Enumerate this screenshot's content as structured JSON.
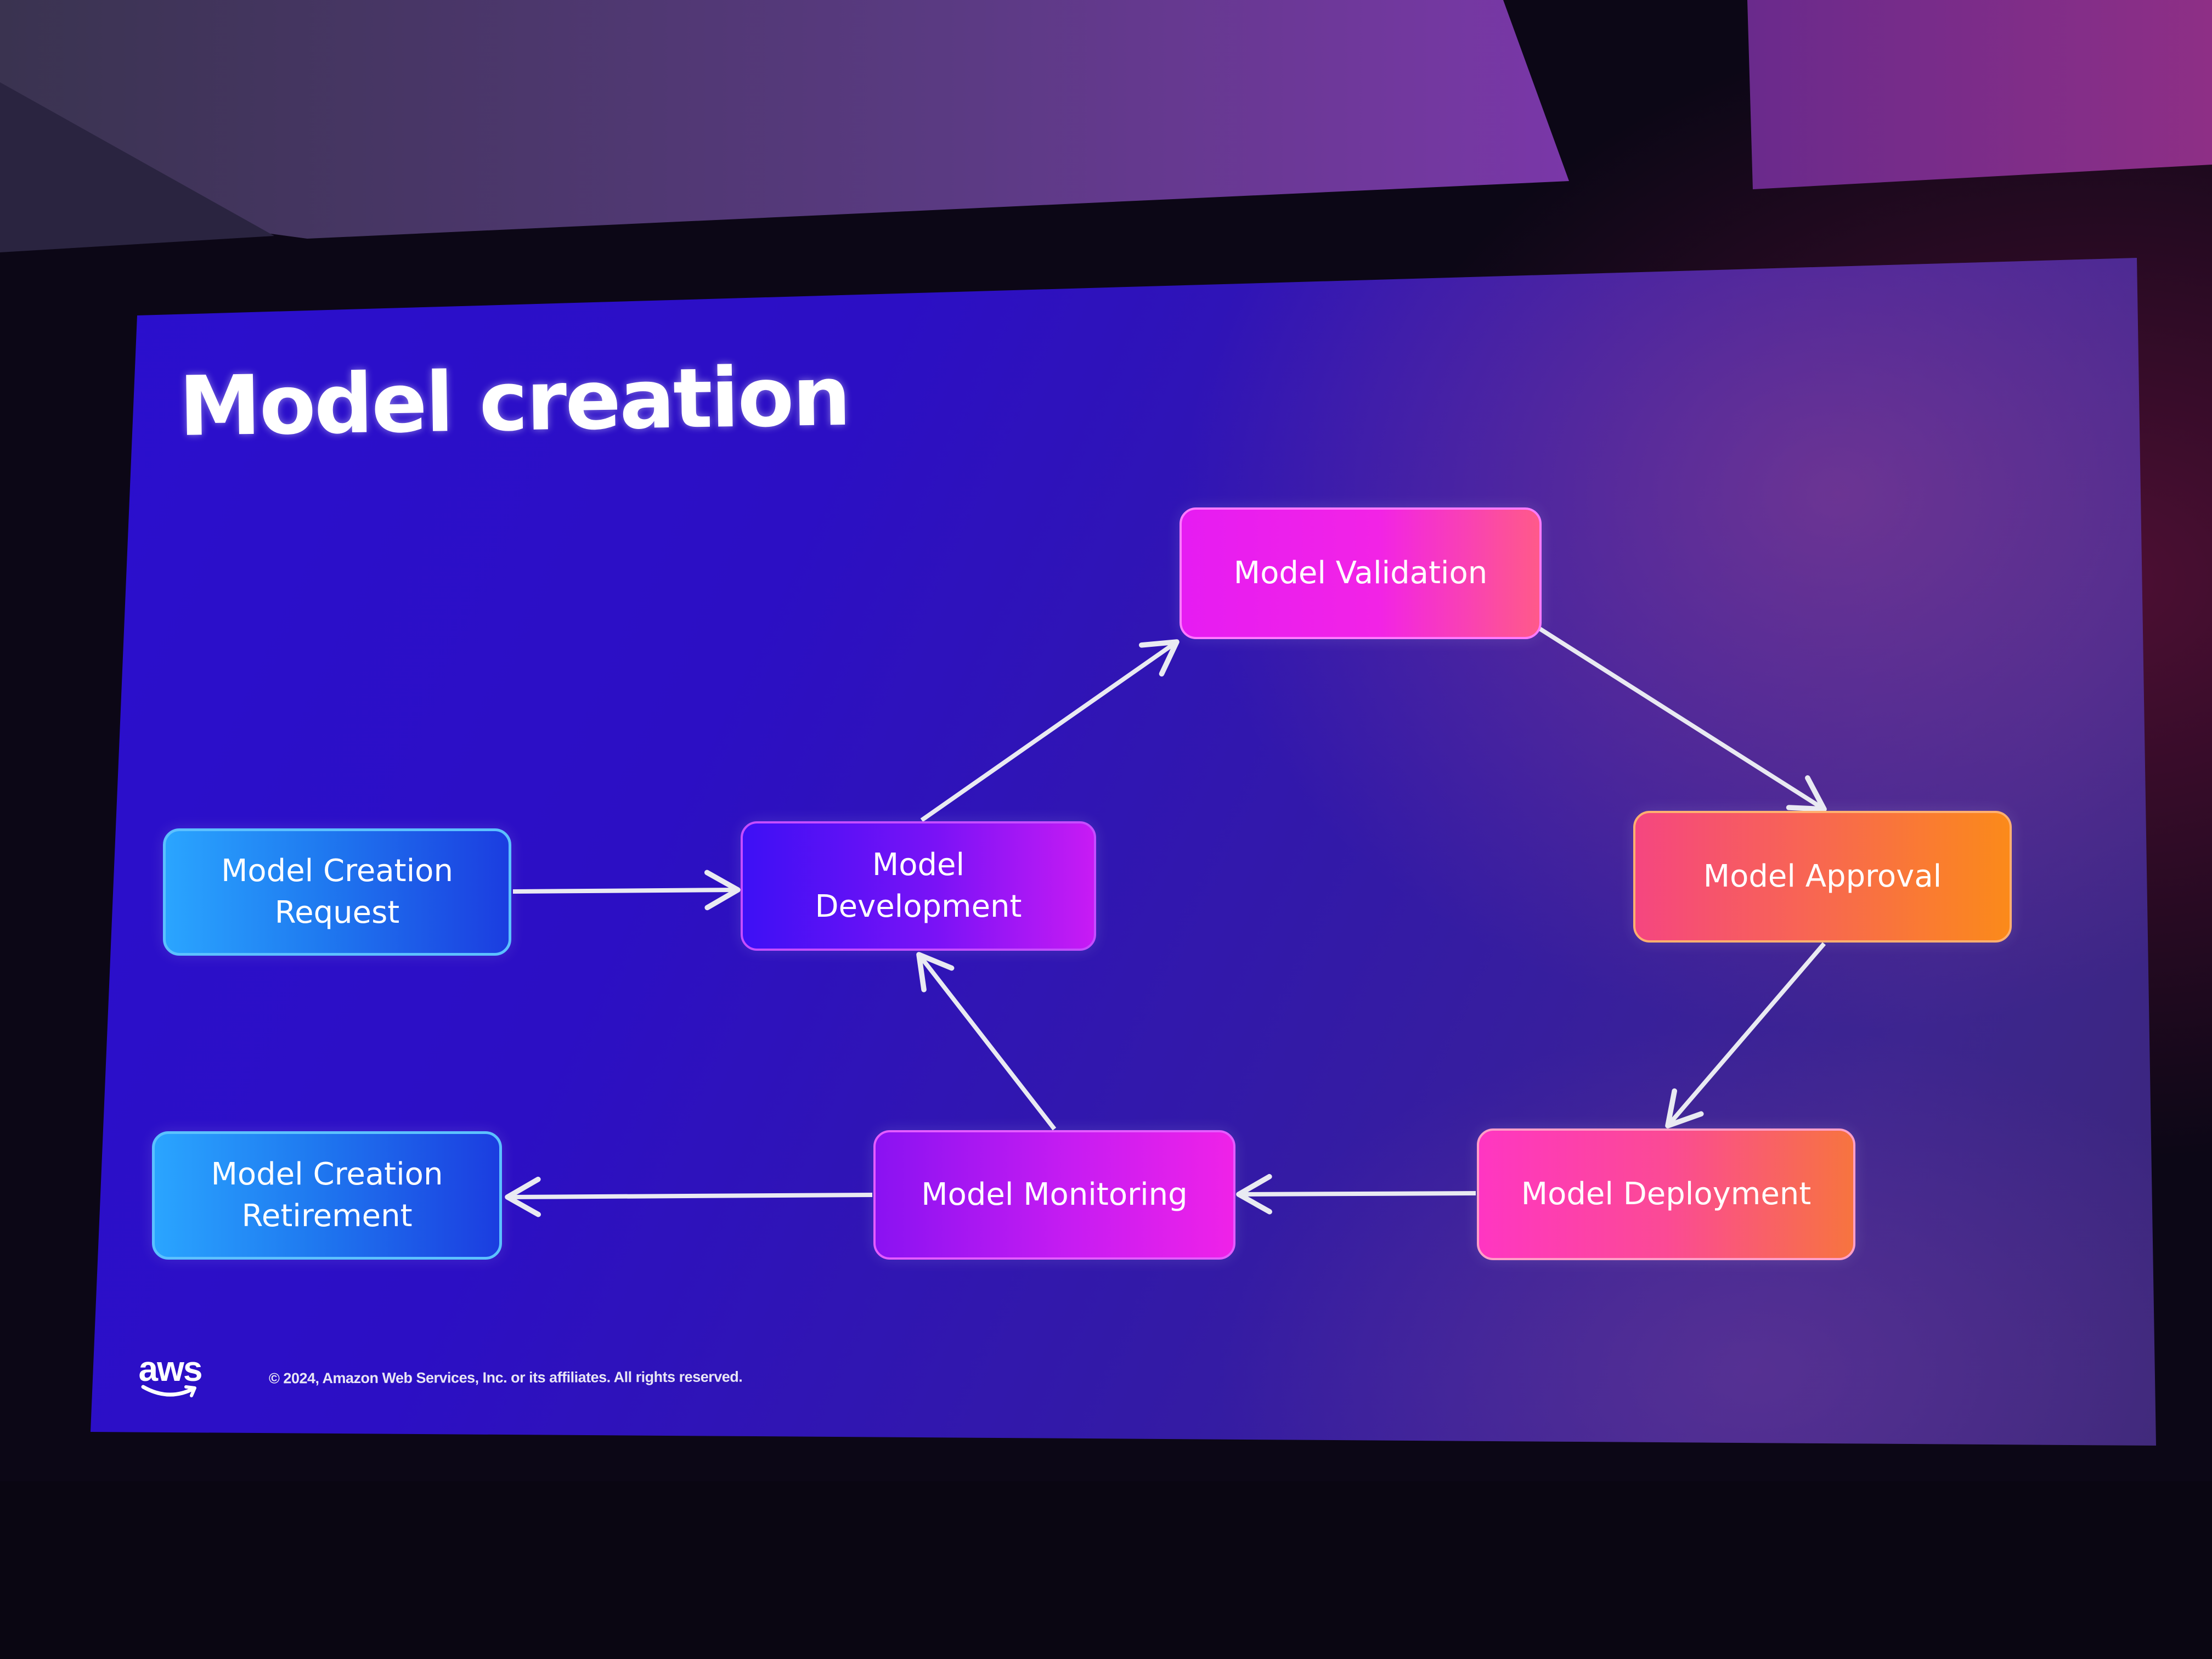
{
  "slide": {
    "title": "Model creation",
    "footer": "© 2024, Amazon Web Services, Inc. or its affiliates. All rights reserved.",
    "logo": "aws"
  },
  "diagram": {
    "nodes": [
      {
        "id": "request",
        "label": "Model Creation\nRequest",
        "color": "#1f7af0"
      },
      {
        "id": "development",
        "label": "Model\nDevelopment",
        "color": "#7a12f6"
      },
      {
        "id": "validation",
        "label": "Model Validation",
        "color": "#f223e6"
      },
      {
        "id": "approval",
        "label": "Model Approval",
        "color": "#f8684f"
      },
      {
        "id": "deployment",
        "label": "Model Deployment",
        "color": "#fb4a95"
      },
      {
        "id": "monitoring",
        "label": "Model Monitoring",
        "color": "#c71cf2"
      },
      {
        "id": "retirement",
        "label": "Model Creation\nRetirement",
        "color": "#1f7af0"
      }
    ],
    "edges": [
      {
        "from": "request",
        "to": "development"
      },
      {
        "from": "development",
        "to": "validation"
      },
      {
        "from": "validation",
        "to": "approval"
      },
      {
        "from": "approval",
        "to": "deployment"
      },
      {
        "from": "deployment",
        "to": "monitoring"
      },
      {
        "from": "monitoring",
        "to": "development"
      },
      {
        "from": "monitoring",
        "to": "retirement"
      }
    ]
  }
}
